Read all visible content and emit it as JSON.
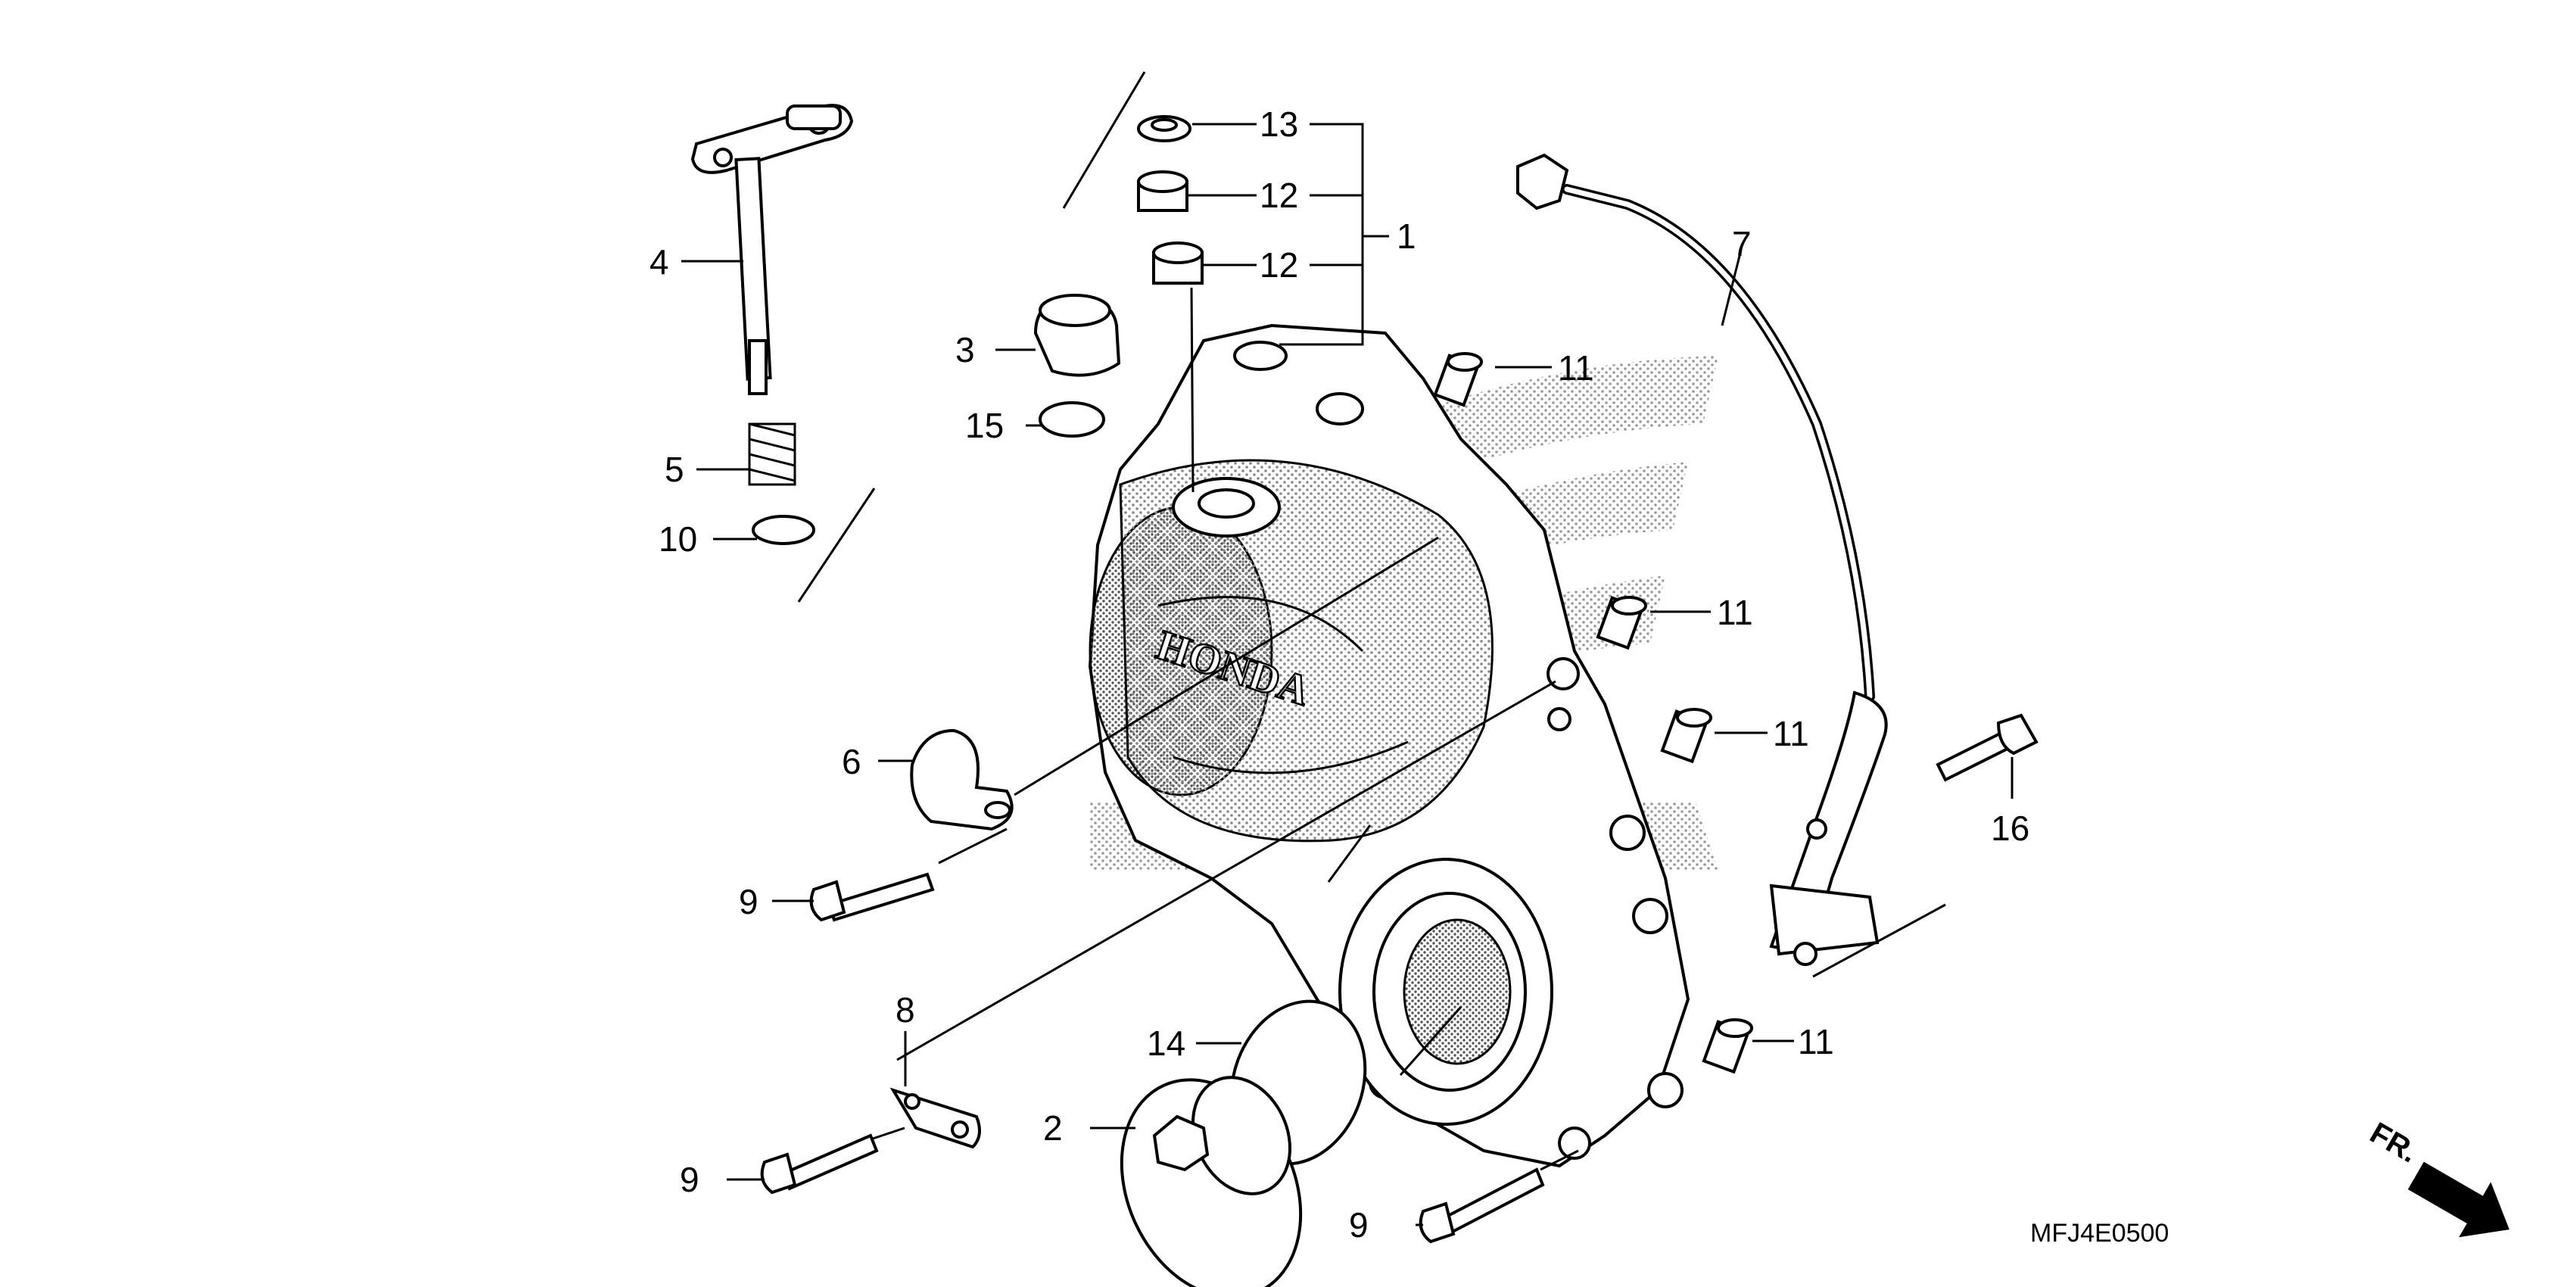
{
  "diagram": {
    "code": "MFJ4E0500",
    "direction_label": "FR.",
    "cover_logo": "HONDA",
    "callouts": {
      "c1": "1",
      "c2": "2",
      "c3": "3",
      "c4": "4",
      "c5": "5",
      "c6": "6",
      "c7": "7",
      "c8": "8",
      "c9a": "9",
      "c9b": "9",
      "c9c": "9",
      "c10": "10",
      "c11a": "11",
      "c11b": "11",
      "c11c": "11",
      "c11d": "11",
      "c12a": "12",
      "c12b": "12",
      "c13": "13",
      "c14": "14",
      "c15": "15",
      "c16": "16"
    },
    "icons": [
      "honda-wing-watermark-icon",
      "front-direction-arrow-icon"
    ]
  }
}
